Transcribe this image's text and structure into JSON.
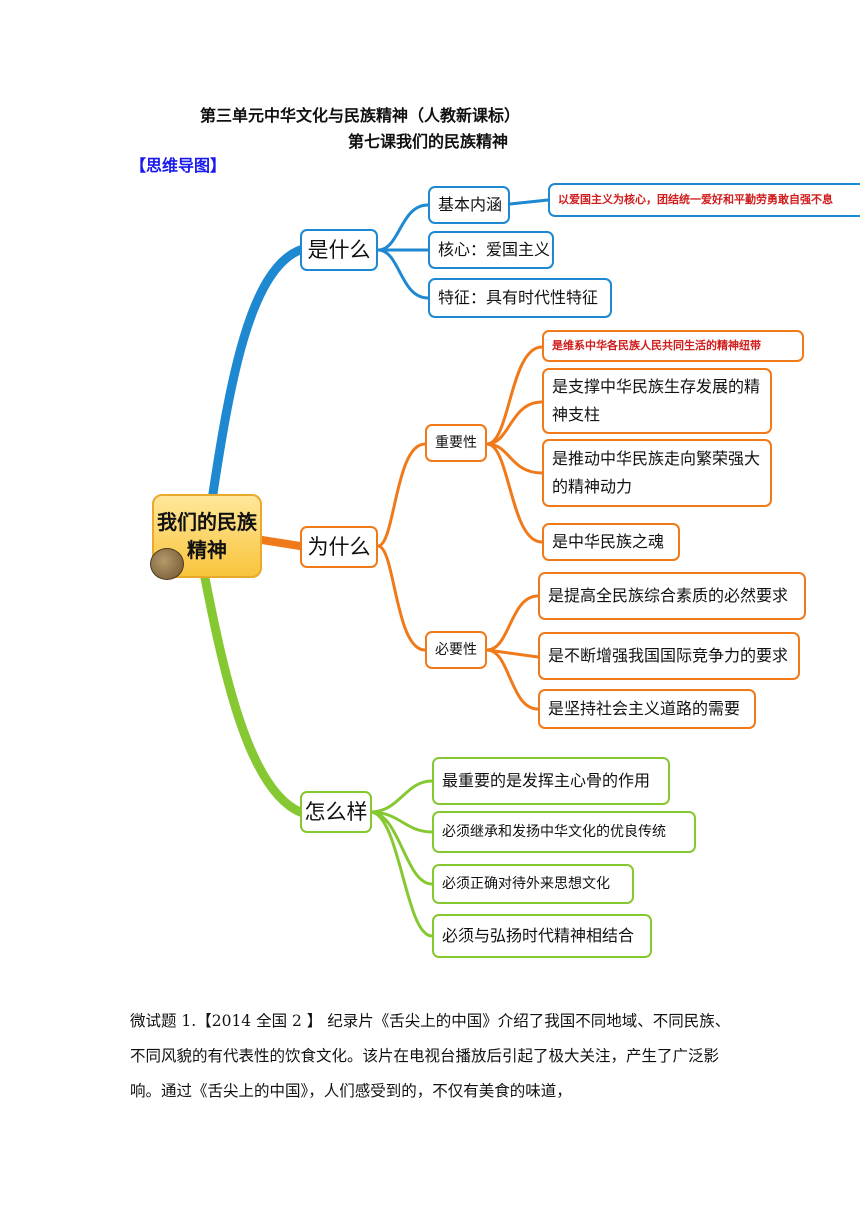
{
  "header": {
    "title_line1": "第三单元中华文化与民族精神（人教新课标）",
    "title_line2": "第七课我们的民族精神",
    "section_tag": "【思维导图】"
  },
  "mindmap": {
    "center": {
      "line1": "我们的民族",
      "line2": "精神"
    },
    "branches": {
      "what": {
        "label": "是什么",
        "color": "#1e88d1",
        "items": [
          "基本内涵",
          "核心：爱国主义",
          "特征：具有时代性特征"
        ],
        "definition": "以爱国主义为核心，团结统一爱好和平勤劳勇敢自强不息"
      },
      "why": {
        "label": "为什么",
        "color": "#f07a1a",
        "importance": {
          "label": "重要性",
          "items": [
            "是维系中华各民族人民共同生活的精神纽带",
            "是支撑中华民族生存发展的精神支柱",
            "是推动中华民族走向繁荣强大的精神动力",
            "是中华民族之魂"
          ]
        },
        "necessity": {
          "label": "必要性",
          "items": [
            "是提高全民族综合素质的必然要求",
            "是不断增强我国国际竞争力的要求",
            "是坚持社会主义道路的需要"
          ]
        }
      },
      "how": {
        "label": "怎么样",
        "color": "#86c832",
        "items": [
          "最重要的是发挥主心骨的作用",
          "必须继承和发扬中华文化的优良传统",
          "必须正确对待外来思想文化",
          "必须与弘扬时代精神相结合"
        ]
      }
    }
  },
  "exercise": {
    "text": "微试题 1.【2014 全国 2 】 纪录片《舌尖上的中国》介绍了我国不同地域、不同民族、不同风貌的有代表性的饮食文化。该片在电视台播放后引起了极大关注，产生了广泛影响。通过《舌尖上的中国》，人们感受到的，不仅有美食的味道，"
  }
}
